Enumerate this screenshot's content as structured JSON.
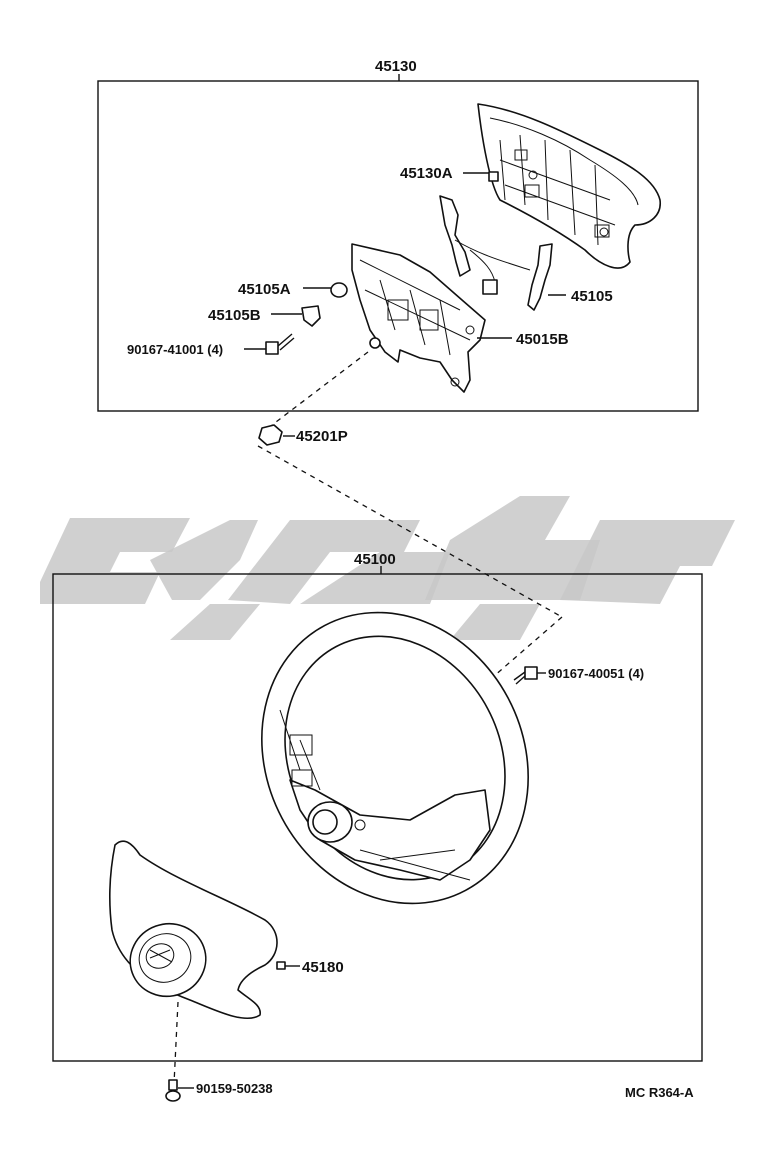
{
  "assemblies": {
    "upper_box_label": "45130",
    "lower_box_label": "45100"
  },
  "parts": {
    "p45130A": "45130A",
    "p45105A": "45105A",
    "p45105B": "45105B",
    "p90167_41001": "90167-41001 (4)",
    "p45105": "45105",
    "p45015B": "45015B",
    "p45201P": "45201P",
    "p90167_40051": "90167-40051 (4)",
    "p45180": "45180",
    "p90159_50238": "90159-50238"
  },
  "reference_code": "MC R364-A",
  "watermark_color": "#c8c8c8"
}
